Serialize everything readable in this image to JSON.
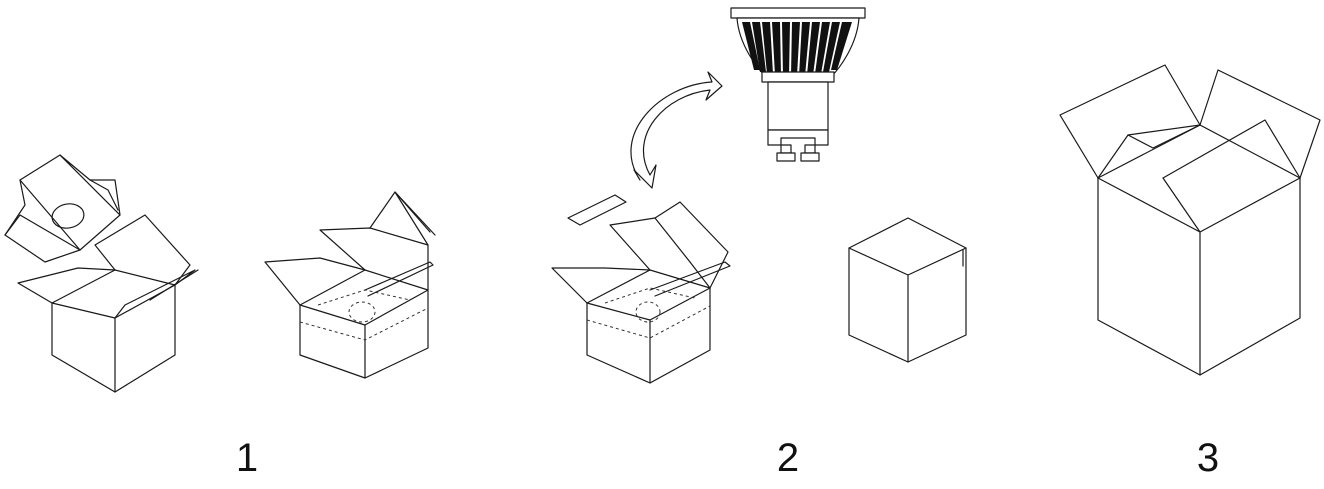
{
  "steps": [
    {
      "label": "1"
    },
    {
      "label": "2"
    },
    {
      "label": "3"
    }
  ],
  "colors": {
    "line": "#1a1a1a",
    "background": "#ffffff"
  },
  "icons": [
    "box-insert-icon",
    "box-open-icon",
    "spotlight-bulb-icon",
    "curved-arrow-icon",
    "closed-box-icon",
    "large-box-icon"
  ]
}
